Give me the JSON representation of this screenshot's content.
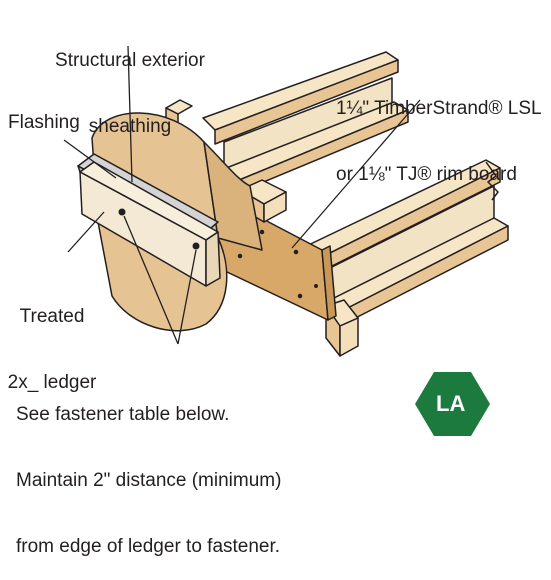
{
  "labels": {
    "sheathing_line1": "Structural exterior",
    "sheathing_line2": "sheathing",
    "rim_board_line1": "1¼\" TimberStrand® LSL",
    "rim_board_line2": "or 1⅛\" TJ® rim board",
    "flashing": "Flashing",
    "ledger_line1": "Treated",
    "ledger_line2": "2x_ ledger",
    "note_line1": "See fastener table below.",
    "note_line2": "Maintain 2\" distance (minimum)",
    "note_line3": "from edge of ledger to fastener."
  },
  "badge": {
    "text": "LA",
    "color": "#1c7a3e"
  },
  "colors": {
    "wood_light": "#f6e6c6",
    "wood_mid": "#e8c594",
    "wood_dark": "#c89858",
    "sheathing": "#e6c393",
    "ledger": "#f4e9d4",
    "flashing": "#c9c9c9",
    "outline": "#231f20"
  }
}
